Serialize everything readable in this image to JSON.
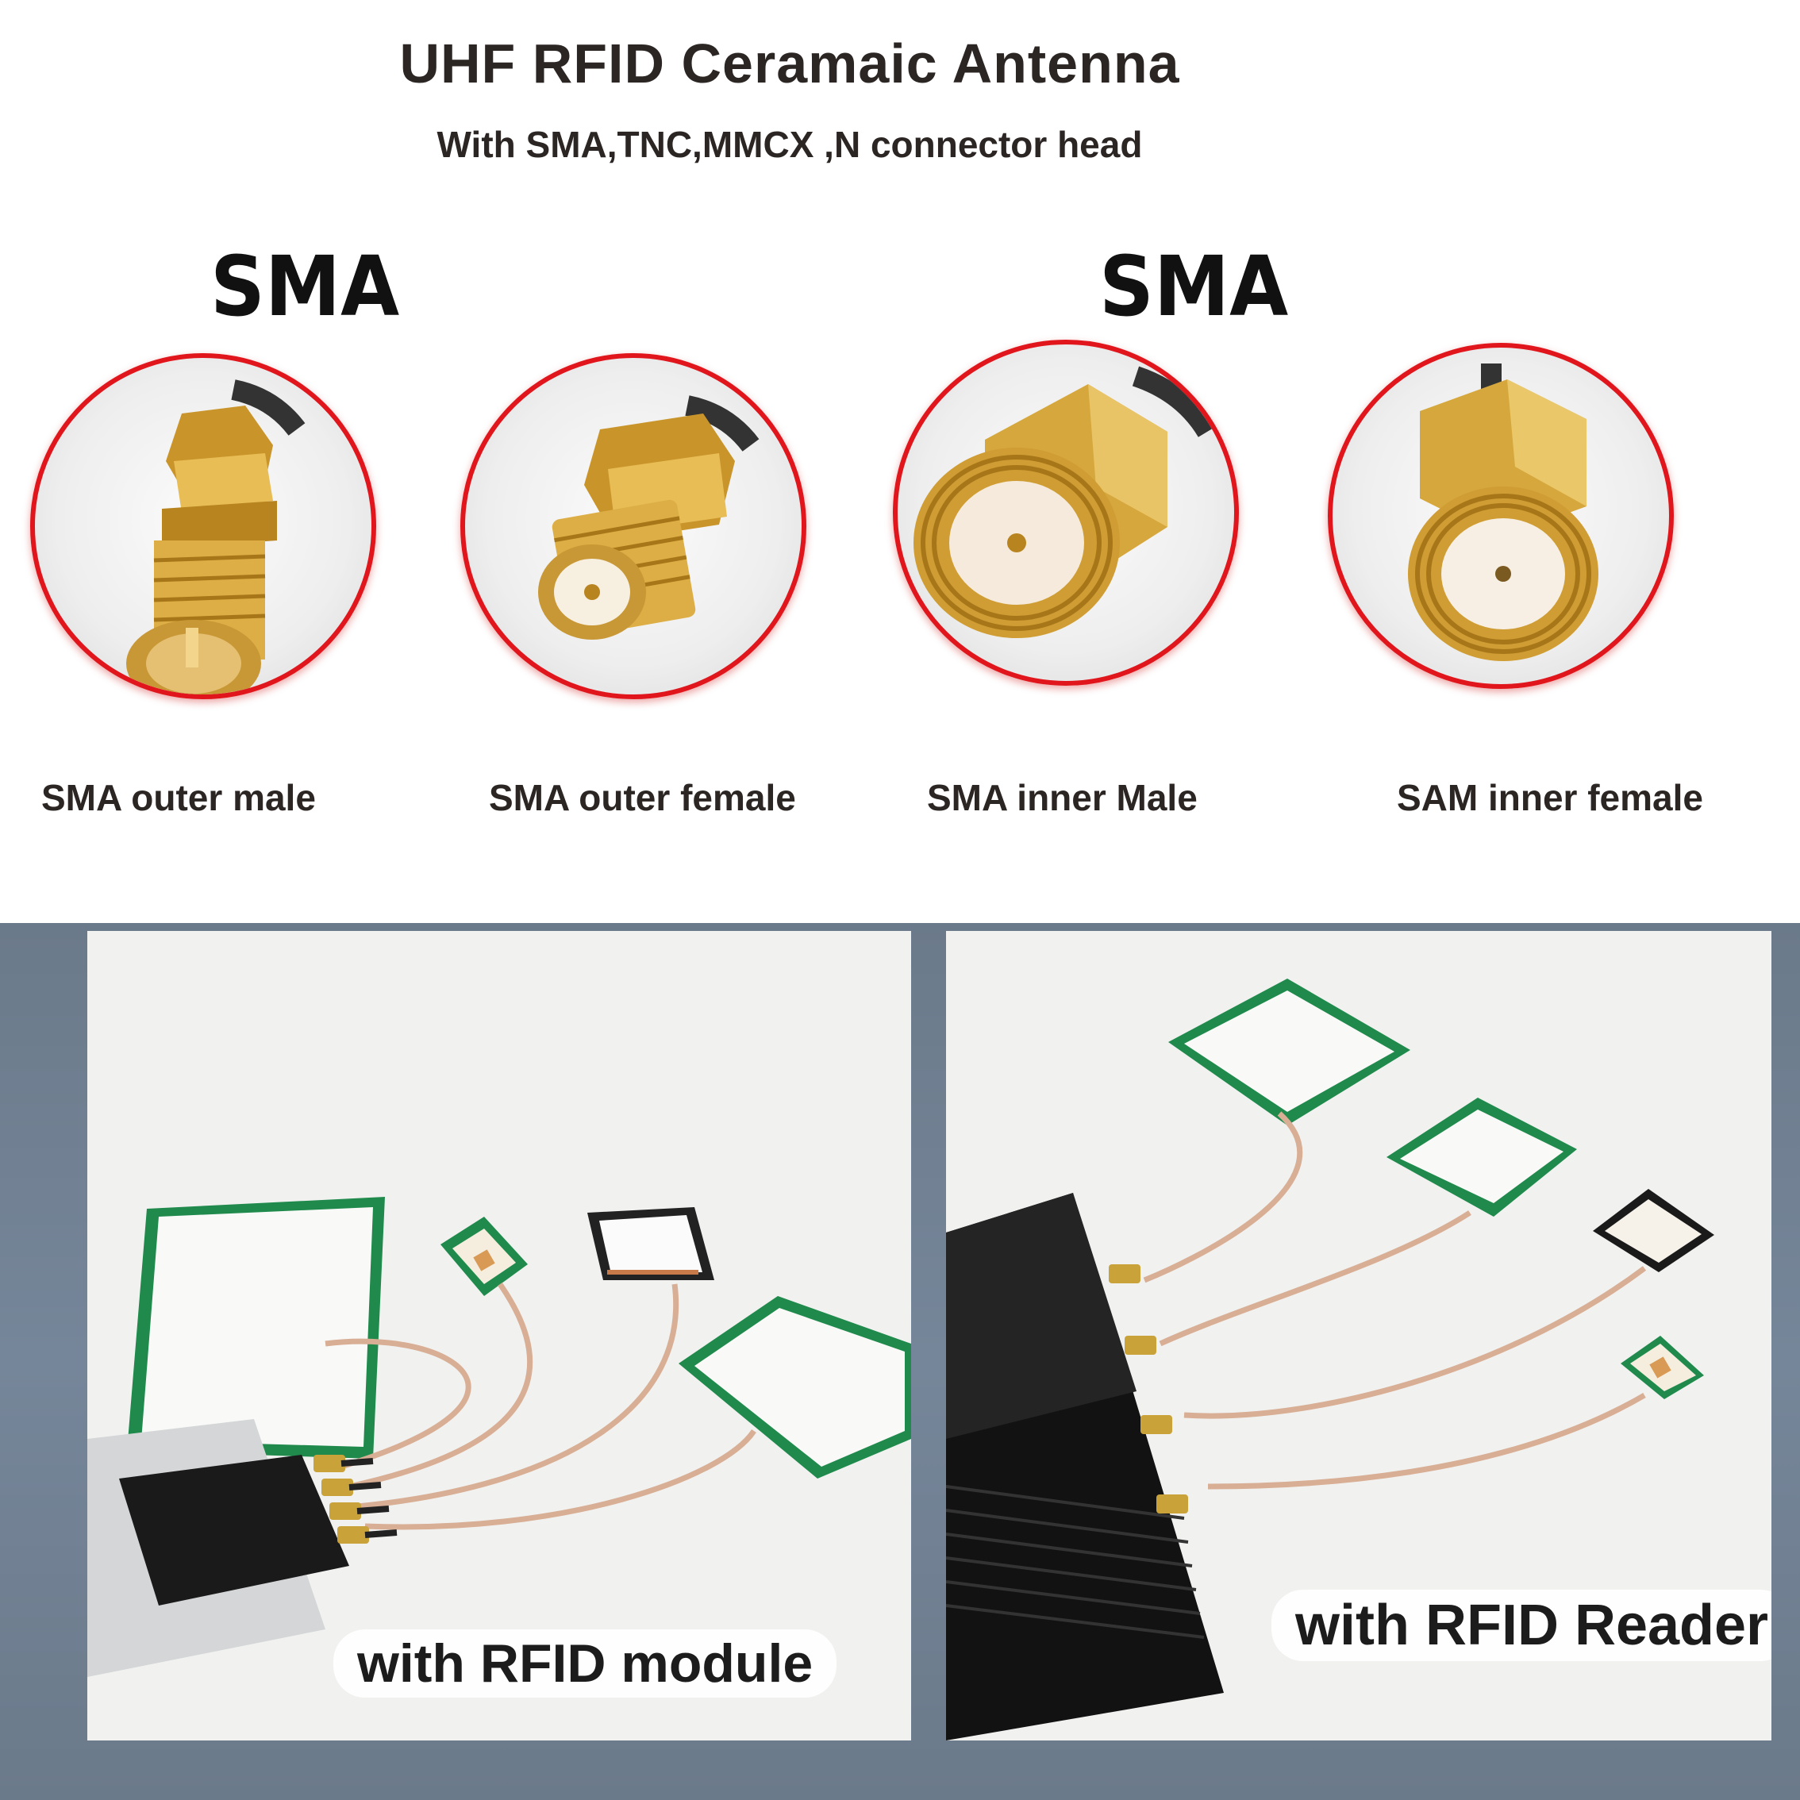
{
  "header": {
    "title": "UHF RFID Ceramaic Antenna",
    "subtitle": "With SMA,TNC,MMCX ,N connector head"
  },
  "connector_group_labels": [
    "SMA",
    "SMA"
  ],
  "connectors": [
    {
      "caption": "SMA outer male",
      "icon": "sma-outer-male-connector-photo"
    },
    {
      "caption": "SMA outer female",
      "icon": "sma-outer-female-connector-photo"
    },
    {
      "caption": "SMA inner Male",
      "icon": "sma-inner-male-connector-photo"
    },
    {
      "caption": "SAM inner female",
      "icon": "sma-inner-female-connector-photo"
    }
  ],
  "photos": [
    {
      "caption": "with RFID module",
      "icon": "rfid-module-with-antennas-photo"
    },
    {
      "caption": "with RFID Reader",
      "icon": "rfid-reader-with-antennas-photo"
    }
  ],
  "colors": {
    "text": "#2b2523",
    "circle_border": "#e0161c",
    "gold": "#d9a83a",
    "pcb_green": "#1f8a4c",
    "background_band": "#6b7a8a"
  }
}
